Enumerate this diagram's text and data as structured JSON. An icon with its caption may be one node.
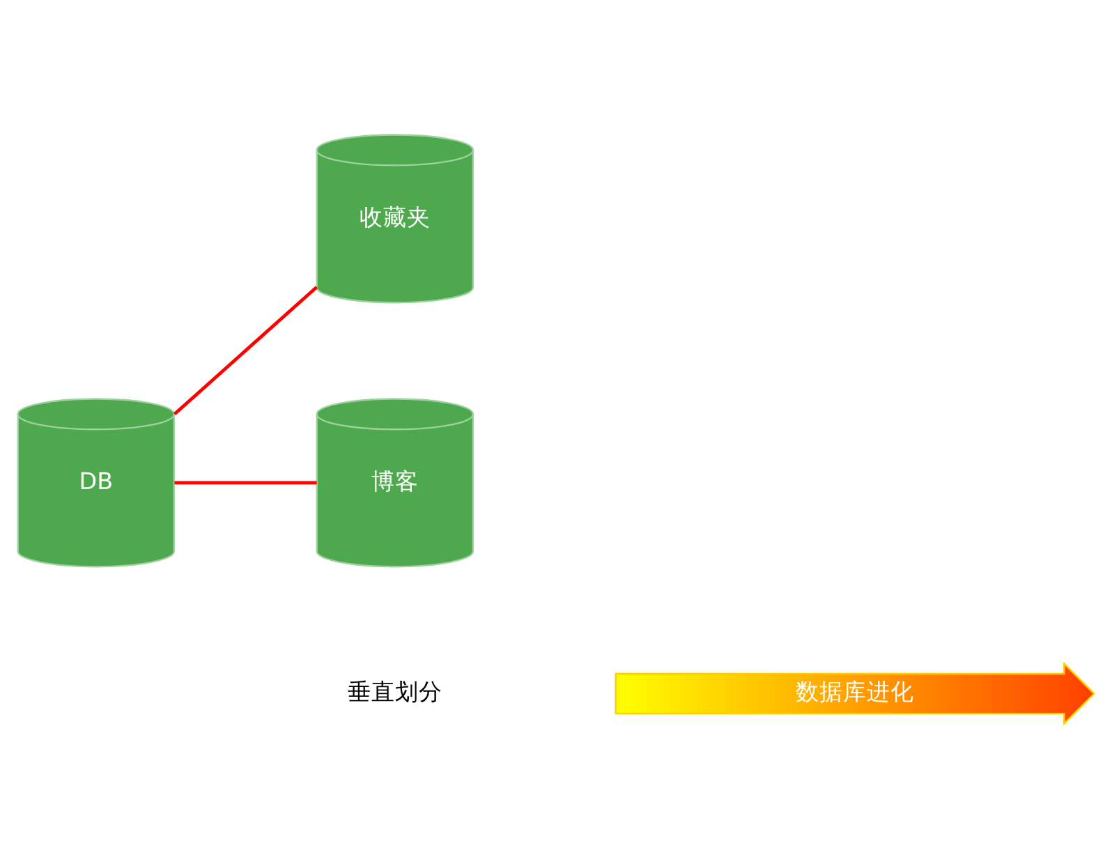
{
  "diagram": {
    "nodes": [
      {
        "text": [
          "DB"
        ]
      },
      {
        "text": [
          "收藏夹"
        ]
      },
      {
        "text": [
          "博客"
        ]
      },
      {
        "text": [
          "数据库进化"
        ]
      }
    ],
    "edges": [
      {
        "from": 0,
        "to": 1,
        "arrow": "none"
      },
      {
        "from": 0,
        "to": 2,
        "arrow": "none"
      }
    ],
    "labels": [
      "垂直划分"
    ]
  }
}
